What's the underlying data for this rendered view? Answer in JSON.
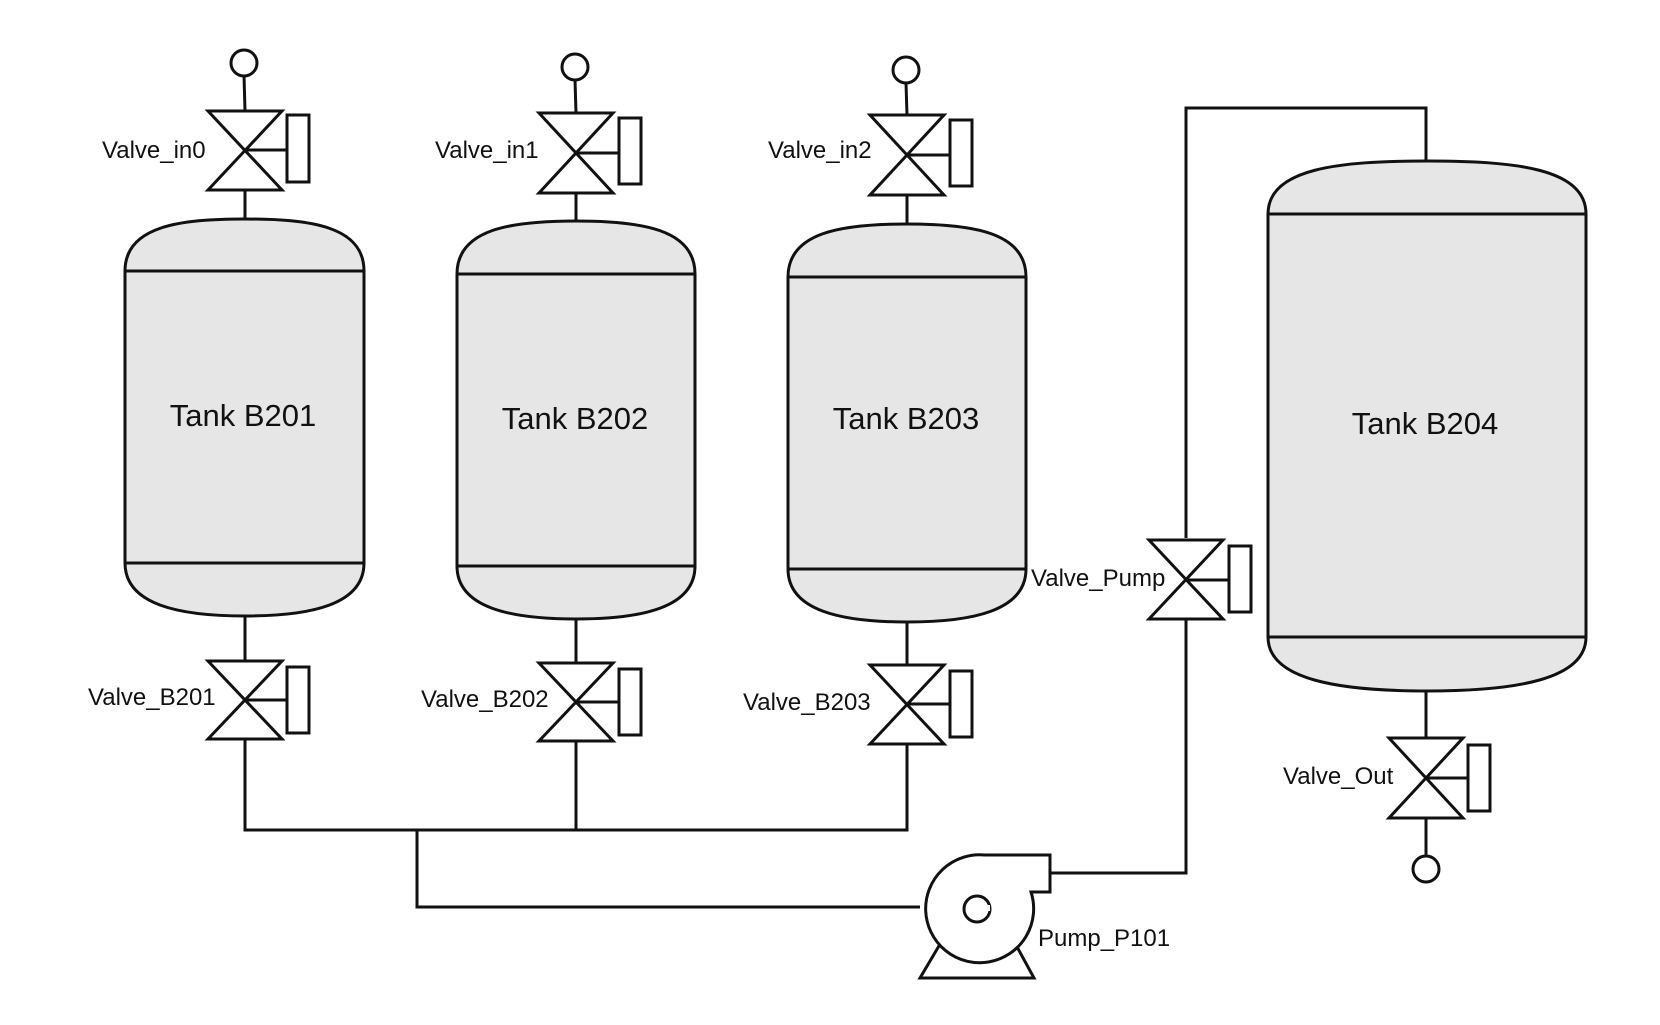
{
  "colors": {
    "line": "#111111",
    "tank_fill": "#e6e6e6",
    "background": "#ffffff"
  },
  "tanks": {
    "b201": {
      "label": "Tank B201"
    },
    "b202": {
      "label": "Tank B202"
    },
    "b203": {
      "label": "Tank B203"
    },
    "b204": {
      "label": "Tank B204"
    }
  },
  "valves": {
    "in0": {
      "label": "Valve_in0"
    },
    "in1": {
      "label": "Valve_in1"
    },
    "in2": {
      "label": "Valve_in2"
    },
    "b201": {
      "label": "Valve_B201"
    },
    "b202": {
      "label": "Valve_B202"
    },
    "b203": {
      "label": "Valve_B203"
    },
    "pump": {
      "label": "Valve_Pump"
    },
    "out": {
      "label": "Valve_Out"
    }
  },
  "pump": {
    "label": "Pump_P101"
  }
}
